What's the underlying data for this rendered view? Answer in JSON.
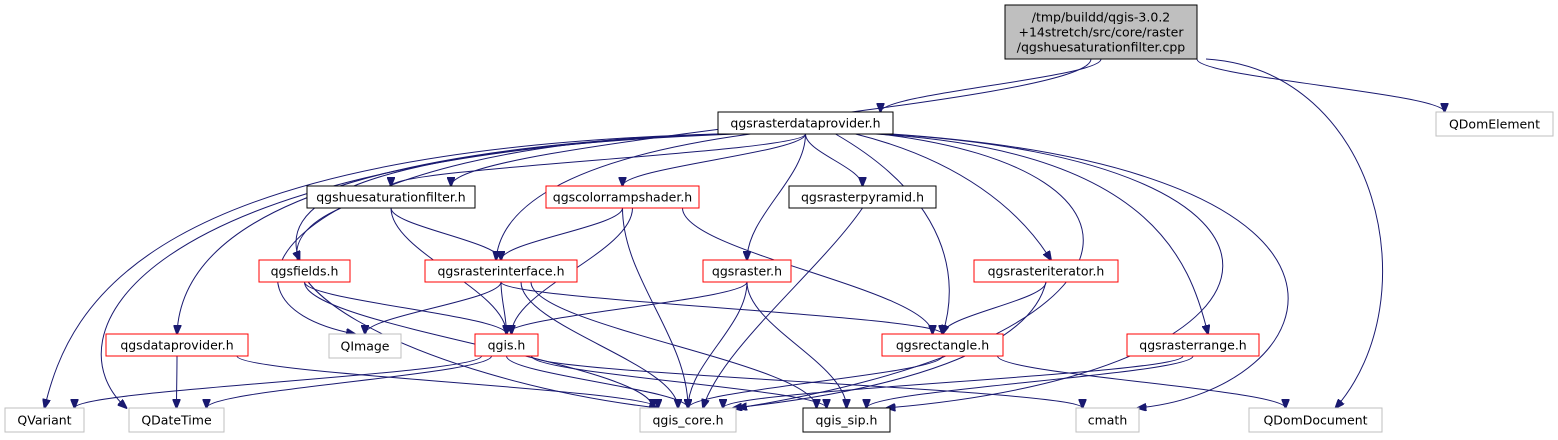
{
  "diagram": {
    "type": "include-dependency-graph",
    "colors": {
      "edge": "#191970",
      "root_fill": "#bfbfbf",
      "root_border": "#000000",
      "documented_border": "#ff0000",
      "plain_border": "#000000",
      "external_border": "#bfbfbf",
      "external_text": "#555555"
    },
    "nodes": [
      {
        "id": "root",
        "lines": [
          "/tmp/buildd/qgis-3.0.2",
          "+14stretch/src/core/raster",
          "/qgshuesaturationfilter.cpp"
        ],
        "style": "root"
      },
      {
        "id": "qgsrasterdataprovider_h",
        "lines": [
          "qgsrasterdataprovider.h"
        ],
        "style": "plain"
      },
      {
        "id": "QDomElement",
        "lines": [
          "QDomElement"
        ],
        "style": "external"
      },
      {
        "id": "qgshuesaturationfilter_h",
        "lines": [
          "qgshuesaturationfilter.h"
        ],
        "style": "plain"
      },
      {
        "id": "qgscolorrampshader_h",
        "lines": [
          "qgscolorrampshader.h"
        ],
        "style": "documented"
      },
      {
        "id": "qgsrasterpyramid_h",
        "lines": [
          "qgsrasterpyramid.h"
        ],
        "style": "plain"
      },
      {
        "id": "qgsfields_h",
        "lines": [
          "qgsfields.h"
        ],
        "style": "documented"
      },
      {
        "id": "qgsrasterinterface_h",
        "lines": [
          "qgsrasterinterface.h"
        ],
        "style": "documented"
      },
      {
        "id": "qgsraster_h",
        "lines": [
          "qgsraster.h"
        ],
        "style": "documented"
      },
      {
        "id": "qgsrasteriterator_h",
        "lines": [
          "qgsrasteriterator.h"
        ],
        "style": "documented"
      },
      {
        "id": "qgsdataprovider_h",
        "lines": [
          "qgsdataprovider.h"
        ],
        "style": "documented"
      },
      {
        "id": "QImage",
        "lines": [
          "QImage"
        ],
        "style": "external"
      },
      {
        "id": "qgis_h",
        "lines": [
          "qgis.h"
        ],
        "style": "documented"
      },
      {
        "id": "qgsrectangle_h",
        "lines": [
          "qgsrectangle.h"
        ],
        "style": "documented"
      },
      {
        "id": "qgsrasterrange_h",
        "lines": [
          "qgsrasterrange.h"
        ],
        "style": "documented"
      },
      {
        "id": "QVariant",
        "lines": [
          "QVariant"
        ],
        "style": "external"
      },
      {
        "id": "QDateTime",
        "lines": [
          "QDateTime"
        ],
        "style": "external"
      },
      {
        "id": "qgis_core_h",
        "lines": [
          "qgis_core.h"
        ],
        "style": "external"
      },
      {
        "id": "qgis_sip_h",
        "lines": [
          "qgis_sip.h"
        ],
        "style": "plain"
      },
      {
        "id": "cmath",
        "lines": [
          "cmath"
        ],
        "style": "external"
      },
      {
        "id": "QDomDocument",
        "lines": [
          "QDomDocument"
        ],
        "style": "external"
      }
    ],
    "edges": [
      [
        "root",
        "qgsrasterdataprovider_h"
      ],
      [
        "root",
        "qgshuesaturationfilter_h"
      ],
      [
        "root",
        "QDomElement"
      ],
      [
        "root",
        "QDomDocument"
      ],
      [
        "qgsrasterdataprovider_h",
        "qgshuesaturationfilter_h"
      ],
      [
        "qgsrasterdataprovider_h",
        "qgscolorrampshader_h"
      ],
      [
        "qgsrasterdataprovider_h",
        "qgsrasterpyramid_h"
      ],
      [
        "qgsrasterdataprovider_h",
        "qgsfields_h"
      ],
      [
        "qgsrasterdataprovider_h",
        "qgsrasterinterface_h"
      ],
      [
        "qgsrasterdataprovider_h",
        "qgsraster_h"
      ],
      [
        "qgsrasterdataprovider_h",
        "qgsrasteriterator_h"
      ],
      [
        "qgsrasterdataprovider_h",
        "qgsdataprovider_h"
      ],
      [
        "qgsrasterdataprovider_h",
        "QImage"
      ],
      [
        "qgsrasterdataprovider_h",
        "qgsrectangle_h"
      ],
      [
        "qgsrasterdataprovider_h",
        "qgsrasterrange_h"
      ],
      [
        "qgsrasterdataprovider_h",
        "QVariant"
      ],
      [
        "qgsrasterdataprovider_h",
        "QDateTime"
      ],
      [
        "qgsrasterdataprovider_h",
        "qgis_core_h"
      ],
      [
        "qgsrasterdataprovider_h",
        "qgis_sip_h"
      ],
      [
        "qgsrasterdataprovider_h",
        "cmath"
      ],
      [
        "qgshuesaturationfilter_h",
        "qgsrasterinterface_h"
      ],
      [
        "qgshuesaturationfilter_h",
        "qgis_h"
      ],
      [
        "qgshuesaturationfilter_h",
        "qgis_core_h"
      ],
      [
        "qgscolorrampshader_h",
        "qgsrasterinterface_h"
      ],
      [
        "qgscolorrampshader_h",
        "qgis_h"
      ],
      [
        "qgscolorrampshader_h",
        "qgsrectangle_h"
      ],
      [
        "qgscolorrampshader_h",
        "qgis_core_h"
      ],
      [
        "qgsrasterpyramid_h",
        "qgis_core_h"
      ],
      [
        "qgsfields_h",
        "qgis_h"
      ],
      [
        "qgsfields_h",
        "qgis_core_h"
      ],
      [
        "qgsrasterinterface_h",
        "QImage"
      ],
      [
        "qgsrasterinterface_h",
        "qgis_h"
      ],
      [
        "qgsrasterinterface_h",
        "qgsrectangle_h"
      ],
      [
        "qgsrasterinterface_h",
        "qgis_core_h"
      ],
      [
        "qgsrasterinterface_h",
        "qgis_sip_h"
      ],
      [
        "qgsraster_h",
        "qgis_h"
      ],
      [
        "qgsraster_h",
        "qgis_core_h"
      ],
      [
        "qgsraster_h",
        "qgis_sip_h"
      ],
      [
        "qgsrasteriterator_h",
        "qgsrectangle_h"
      ],
      [
        "qgsrasteriterator_h",
        "qgis_core_h"
      ],
      [
        "qgsdataprovider_h",
        "QDateTime"
      ],
      [
        "qgsdataprovider_h",
        "qgis_core_h"
      ],
      [
        "qgis_h",
        "QVariant"
      ],
      [
        "qgis_h",
        "QDateTime"
      ],
      [
        "qgis_h",
        "qgis_core_h"
      ],
      [
        "qgis_h",
        "qgis_sip_h"
      ],
      [
        "qgis_h",
        "cmath"
      ],
      [
        "qgsrectangle_h",
        "qgis_core_h"
      ],
      [
        "qgsrectangle_h",
        "QDomDocument"
      ],
      [
        "qgsrasterrange_h",
        "qgis_core_h"
      ],
      [
        "qgsrasterrange_h",
        "qgis_sip_h"
      ]
    ]
  }
}
